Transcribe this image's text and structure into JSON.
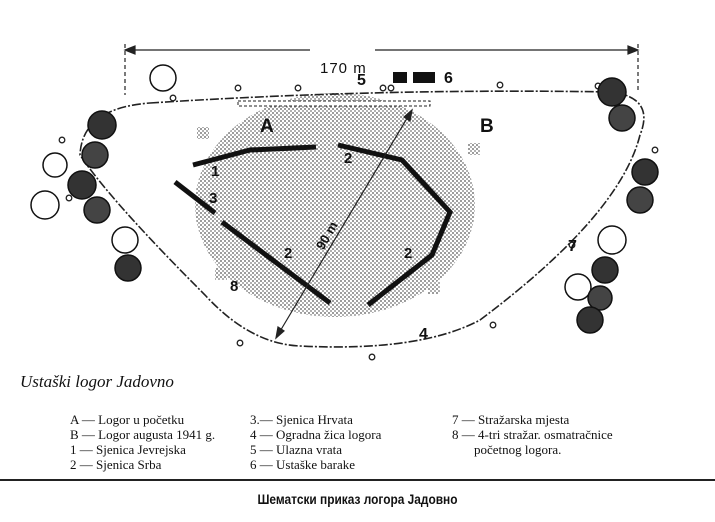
{
  "diagram": {
    "dimension_width": "170 m",
    "dimension_diag": "90 m",
    "labels": {
      "a": "A",
      "b": "B",
      "n1": "1",
      "n2a": "2",
      "n2b": "2",
      "n2c": "2",
      "n3": "3",
      "n4": "4",
      "n5": "5",
      "n6": "6",
      "n7": "7",
      "n8": "8"
    }
  },
  "title": "Ustaški logor Jadovno",
  "legend": [
    [
      "A — Logor u početku",
      "B — Logor augusta 1941 g.",
      "1 — Sjenica Jevrejska",
      "2 — Sjenica Srba"
    ],
    [
      "3.— Sjenica Hrvata",
      "4 — Ogradna žica logora",
      "5 — Ulazna vrata",
      "6 — Ustaške barake"
    ],
    [
      "7 — Stražarska mjesta",
      "8 — 4-tri stražar. osmatračnice",
      "     početnog logora."
    ]
  ],
  "caption": "Шематски приказ логора Јадовно"
}
